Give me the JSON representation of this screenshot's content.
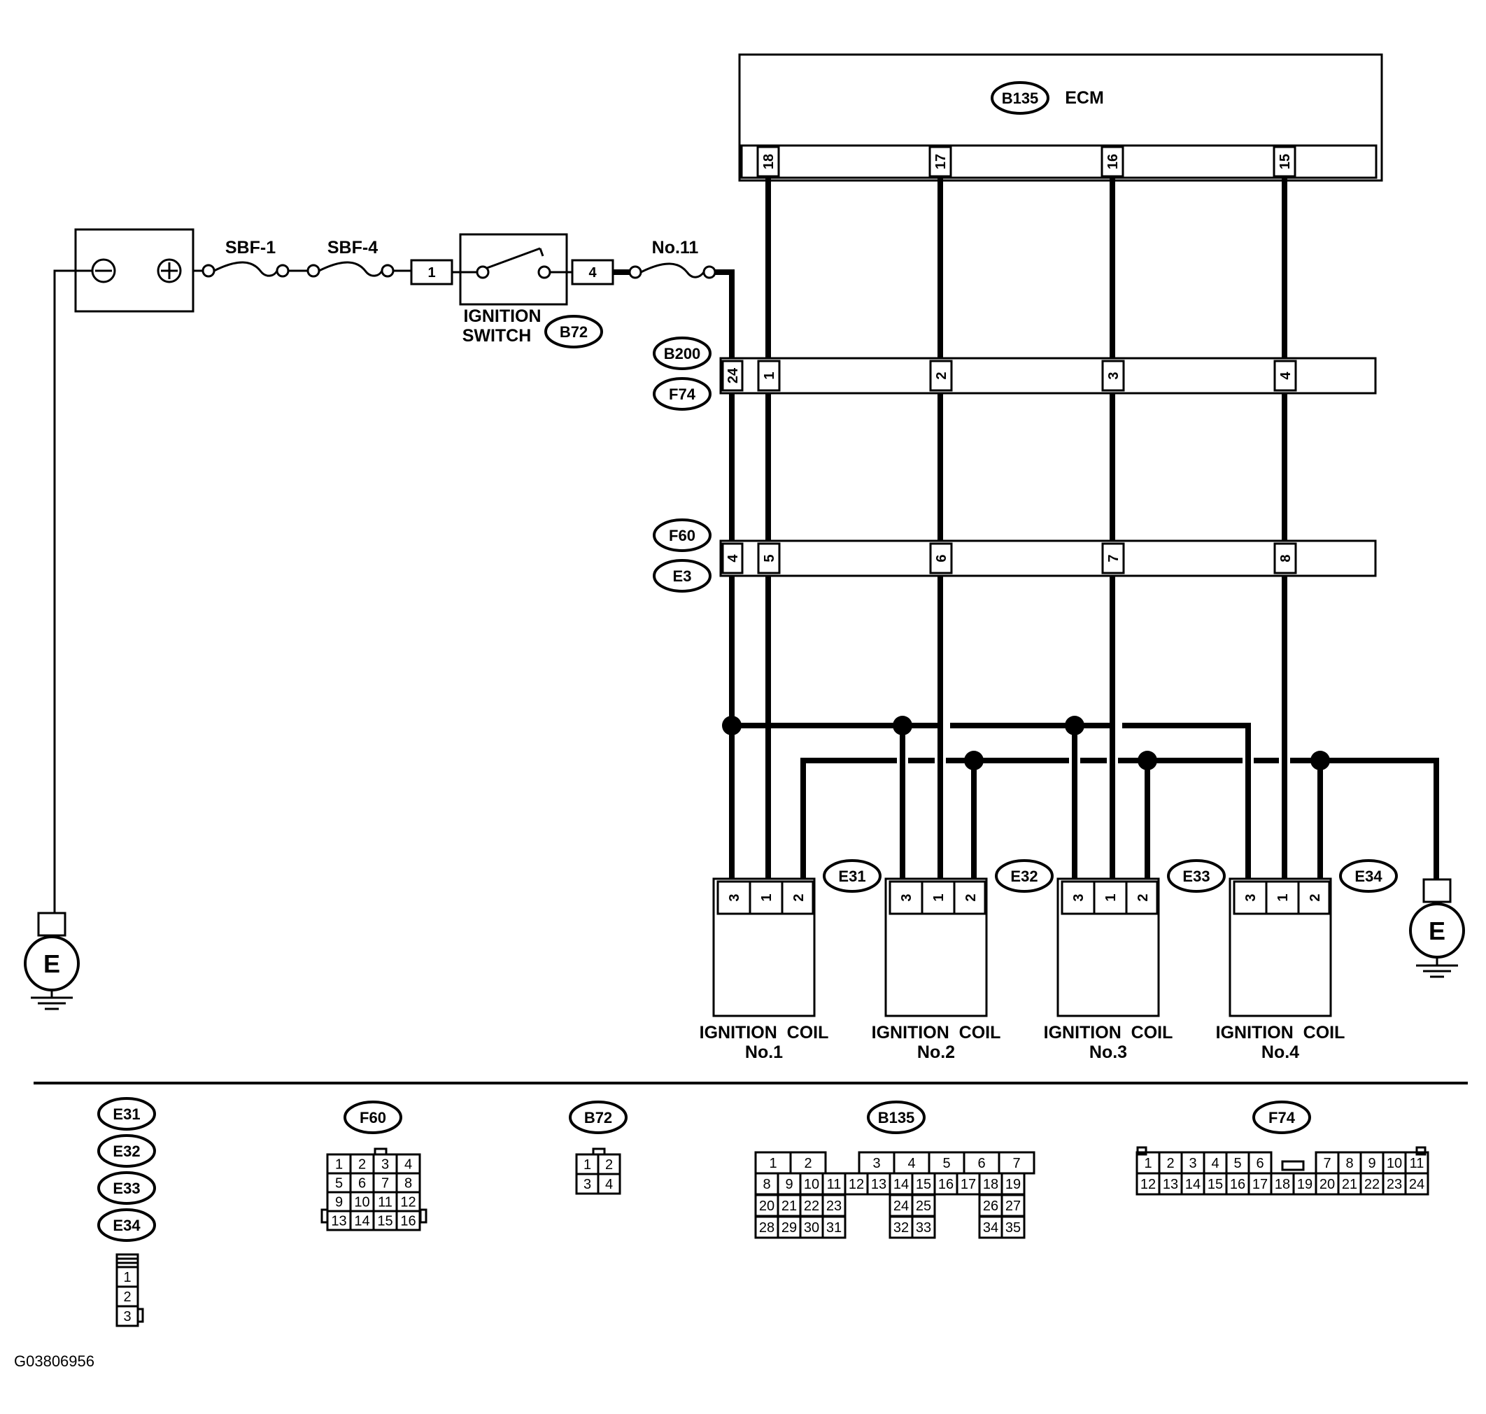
{
  "labels": {
    "ecm": "ECM",
    "fuse_sbf1": "SBF-1",
    "fuse_sbf4": "SBF-4",
    "fuse_no11": "No.11",
    "ign_switch_line1": "IGNITION",
    "ign_switch_line2": "SWITCH",
    "ground": "E",
    "coil_word": "IGNITION  COIL",
    "figure_id": "G03806956"
  },
  "connectors": {
    "b135": "B135",
    "b72": "B72",
    "b200": "B200",
    "f74": "F74",
    "f60": "F60",
    "e3": "E3",
    "e31": "E31",
    "e32": "E32",
    "e33": "E33",
    "e34": "E34"
  },
  "pins": {
    "ecm": [
      "18",
      "17",
      "16",
      "15"
    ],
    "b200": [
      "24",
      "1",
      "2",
      "3",
      "4"
    ],
    "f60": [
      "4",
      "5",
      "6",
      "7",
      "8"
    ],
    "switch_in": "1",
    "switch_out": "4",
    "coil": [
      "3",
      "1",
      "2"
    ]
  },
  "coils": [
    {
      "connector": "E31",
      "number": "No.1"
    },
    {
      "connector": "E32",
      "number": "No.2"
    },
    {
      "connector": "E33",
      "number": "No.3"
    },
    {
      "connector": "E34",
      "number": "No.4"
    }
  ],
  "legend": {
    "e3x_ovals": [
      "E31",
      "E32",
      "E33",
      "E34"
    ],
    "e3x_pins": [
      "1",
      "2",
      "3"
    ],
    "f60_title": "F60",
    "f60_rows": [
      [
        "1",
        "2",
        "3",
        "4"
      ],
      [
        "5",
        "6",
        "7",
        "8"
      ],
      [
        "9",
        "10",
        "11",
        "12"
      ],
      [
        "13",
        "14",
        "15",
        "16"
      ]
    ],
    "b72_title": "B72",
    "b72_rows": [
      [
        "1",
        "2"
      ],
      [
        "3",
        "4"
      ]
    ],
    "b135_title": "B135",
    "b135_row1": [
      "1",
      "2",
      "3",
      "4",
      "5",
      "6",
      "7"
    ],
    "b135_row2": [
      "8",
      "9",
      "10",
      "11",
      "12",
      "13",
      "14",
      "15",
      "16",
      "17",
      "18",
      "19"
    ],
    "b135_row3": [
      "20",
      "21",
      "22",
      "23",
      "24",
      "25",
      "26",
      "27"
    ],
    "b135_row4": [
      "28",
      "29",
      "30",
      "31",
      "32",
      "33",
      "34",
      "35"
    ],
    "f74_title": "F74",
    "f74_row1": [
      "1",
      "2",
      "3",
      "4",
      "5",
      "6",
      "7",
      "8",
      "9",
      "10",
      "11"
    ],
    "f74_row2": [
      "12",
      "13",
      "14",
      "15",
      "16",
      "17",
      "18",
      "19",
      "20",
      "21",
      "22",
      "23",
      "24"
    ]
  }
}
